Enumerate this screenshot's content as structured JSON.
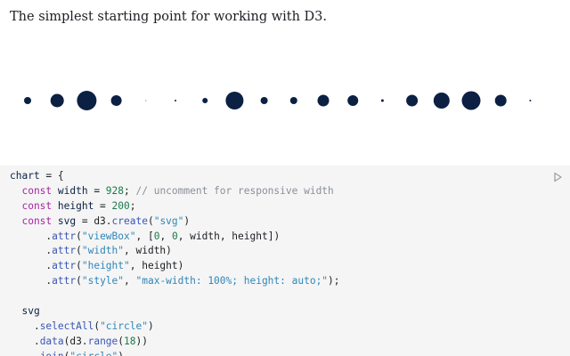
{
  "intro": {
    "text": "The simplest starting point for working with D3."
  },
  "output": {
    "dot_color": "#0b2043",
    "dot_radii": [
      4,
      7.5,
      11,
      6,
      0.5,
      1,
      3,
      10,
      4,
      4,
      6.5,
      6,
      1.5,
      6.5,
      9,
      10.5,
      6.5,
      1
    ]
  },
  "code": {
    "run_icon": "run-icon",
    "lines": [
      [
        [
          "def",
          "chart"
        ],
        [
          "punc",
          " = {"
        ]
      ],
      [
        [
          "kw",
          "  const"
        ],
        [
          "def",
          " width"
        ],
        [
          "punc",
          " = "
        ],
        [
          "num",
          "928"
        ],
        [
          "punc",
          "; "
        ],
        [
          "com",
          "// uncomment for responsive width"
        ]
      ],
      [
        [
          "kw",
          "  const"
        ],
        [
          "def",
          " height"
        ],
        [
          "punc",
          " = "
        ],
        [
          "num",
          "200"
        ],
        [
          "punc",
          ";"
        ]
      ],
      [
        [
          "kw",
          "  const"
        ],
        [
          "def",
          " svg"
        ],
        [
          "punc",
          " = d3."
        ],
        [
          "prop",
          "create"
        ],
        [
          "punc",
          "("
        ],
        [
          "str",
          "\"svg\""
        ],
        [
          "punc",
          ")"
        ]
      ],
      [
        [
          "punc",
          "      ."
        ],
        [
          "prop",
          "attr"
        ],
        [
          "punc",
          "("
        ],
        [
          "str",
          "\"viewBox\""
        ],
        [
          "punc",
          ", ["
        ],
        [
          "num",
          "0"
        ],
        [
          "punc",
          ", "
        ],
        [
          "num",
          "0"
        ],
        [
          "punc",
          ", width, height])"
        ]
      ],
      [
        [
          "punc",
          "      ."
        ],
        [
          "prop",
          "attr"
        ],
        [
          "punc",
          "("
        ],
        [
          "str",
          "\"width\""
        ],
        [
          "punc",
          ", width)"
        ]
      ],
      [
        [
          "punc",
          "      ."
        ],
        [
          "prop",
          "attr"
        ],
        [
          "punc",
          "("
        ],
        [
          "str",
          "\"height\""
        ],
        [
          "punc",
          ", height)"
        ]
      ],
      [
        [
          "punc",
          "      ."
        ],
        [
          "prop",
          "attr"
        ],
        [
          "punc",
          "("
        ],
        [
          "str",
          "\"style\""
        ],
        [
          "punc",
          ", "
        ],
        [
          "str",
          "\"max-width: 100%; height: auto;\""
        ],
        [
          "punc",
          ");"
        ]
      ],
      [
        [
          "punc",
          " "
        ]
      ],
      [
        [
          "def",
          "  svg"
        ]
      ],
      [
        [
          "punc",
          "    ."
        ],
        [
          "prop",
          "selectAll"
        ],
        [
          "punc",
          "("
        ],
        [
          "str",
          "\"circle\""
        ],
        [
          "punc",
          ")"
        ]
      ],
      [
        [
          "punc",
          "    ."
        ],
        [
          "prop",
          "data"
        ],
        [
          "punc",
          "(d3."
        ],
        [
          "prop",
          "range"
        ],
        [
          "punc",
          "("
        ],
        [
          "num",
          "18"
        ],
        [
          "punc",
          "))"
        ]
      ],
      [
        [
          "punc",
          "    ."
        ],
        [
          "prop",
          "join"
        ],
        [
          "punc",
          "("
        ],
        [
          "str",
          "\"circle\""
        ],
        [
          "punc",
          ")"
        ]
      ]
    ]
  }
}
